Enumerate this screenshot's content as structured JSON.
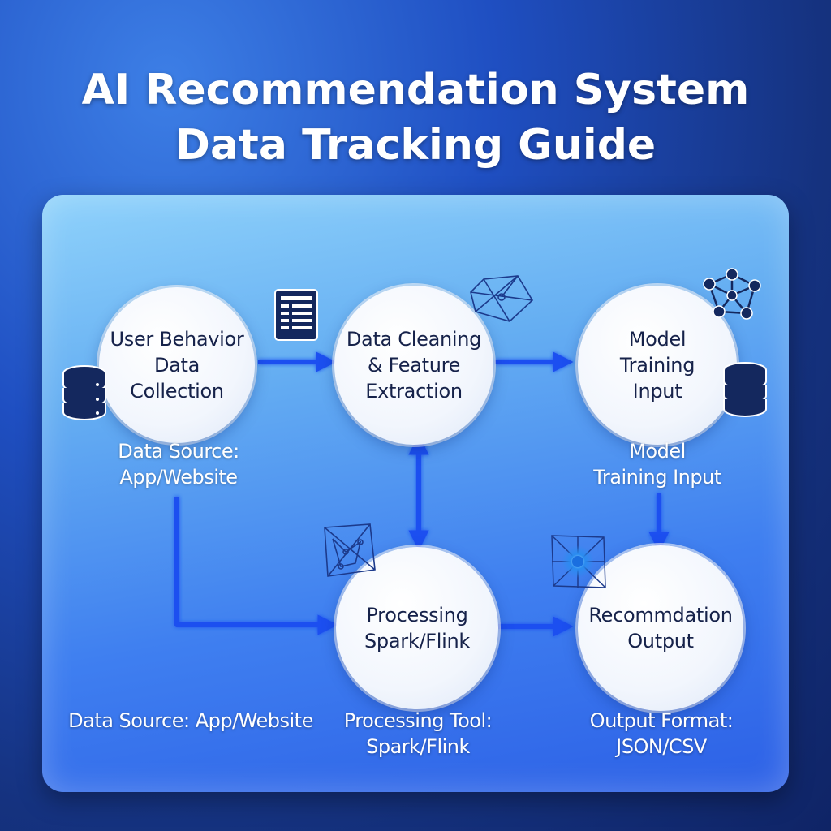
{
  "title": {
    "line1": "AI Recommendation System",
    "line2": "Data Tracking Guide"
  },
  "nodes": {
    "collection": "User Behavior\nData\nCollection",
    "cleaning": "Data Cleaning\n& Feature\nExtraction",
    "training": "Model\nTraining\nInput",
    "processing": "Processing\nSpark/Flink",
    "output": "Recommdation\nOutput"
  },
  "captions": {
    "source_top": "Data Source:\nApp/Website",
    "training_side": "Model\nTraining Input",
    "source_bottom": "Data Source: App/Website",
    "processing_tool": "Processing Tool:\nSpark/Flink",
    "output_format": "Output Format:\nJSON/CSV"
  },
  "icons": {
    "db_left": "database-icon",
    "table": "table-list-icon",
    "network_top": "polygon-network-icon",
    "network_right": "graph-network-icon",
    "db_right": "database-icon",
    "network_mid": "polygon-network-icon",
    "network_glow": "glowing-network-icon"
  },
  "colors": {
    "arrow": "#1a4ff0",
    "node_text": "#16224a",
    "icon_navy": "#14285e"
  }
}
